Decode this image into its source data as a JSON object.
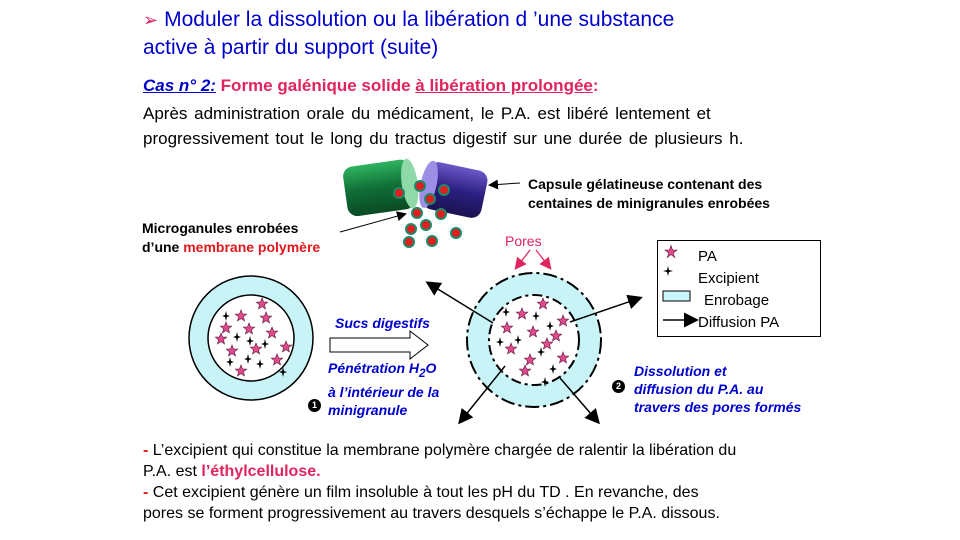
{
  "title": {
    "bullet": "➢",
    "line1": "Moduler la dissolution ou la libération d ’une substance",
    "line2": "active à partir du support (suite)"
  },
  "case": {
    "number": "Cas n° 2:",
    "prefix": "Forme galénique solide ",
    "underlined": "à libération prolongée",
    "suffix": ":"
  },
  "intro": {
    "line1": "Après administration orale du médicament, le P.A. est libéré lentement et",
    "line2": "progressivement tout le long du tractus digestif sur une durée de plusieurs h."
  },
  "capsule_label": {
    "line1": "Capsule gélatineuse contenant des",
    "line2": "centaines de minigranules enrobées"
  },
  "microgranule_label": {
    "line1": "Microganules enrobées",
    "line2_prefix": "d’une ",
    "line2_highlight": "membrane polymère"
  },
  "pores_label": "Pores",
  "legend": {
    "items": [
      "PA",
      "Excipient",
      "Enrobage",
      "Diffusion PA"
    ]
  },
  "step1": {
    "arrow_label": "Sucs digestifs",
    "badge": "1",
    "line1": "Pénétration H",
    "sub": "2",
    "line1_end": "O",
    "line2": "à l’intérieur de la",
    "line3": "minigranule"
  },
  "step2": {
    "badge": "2",
    "line1": "Dissolution et",
    "line2": "diffusion du P.A. au",
    "line3": "travers des pores formés"
  },
  "bottom": {
    "dash": "-",
    "p1_line1": " L’excipient qui constitue la membrane polymère chargée de ralentir la libération du",
    "p1_line2_prefix": "P.A. est ",
    "p1_highlight": "l’éthylcellulose.",
    "p2_line1": " Cet excipient génère un film insoluble à tout les pH du TD . En revanche, des",
    "p2_line2": "pores se forment progressivement au travers desquels s’échappe le P.A. dissous."
  },
  "colors": {
    "title_blue": "#0000cc",
    "accent_pink": "#e0245e",
    "coating": "#c8f4f8",
    "capsule_green": "#1f8a4a",
    "capsule_purple": "#3a2a8a",
    "granule_red": "#e02020",
    "granule_outline": "#1a8a6a"
  }
}
